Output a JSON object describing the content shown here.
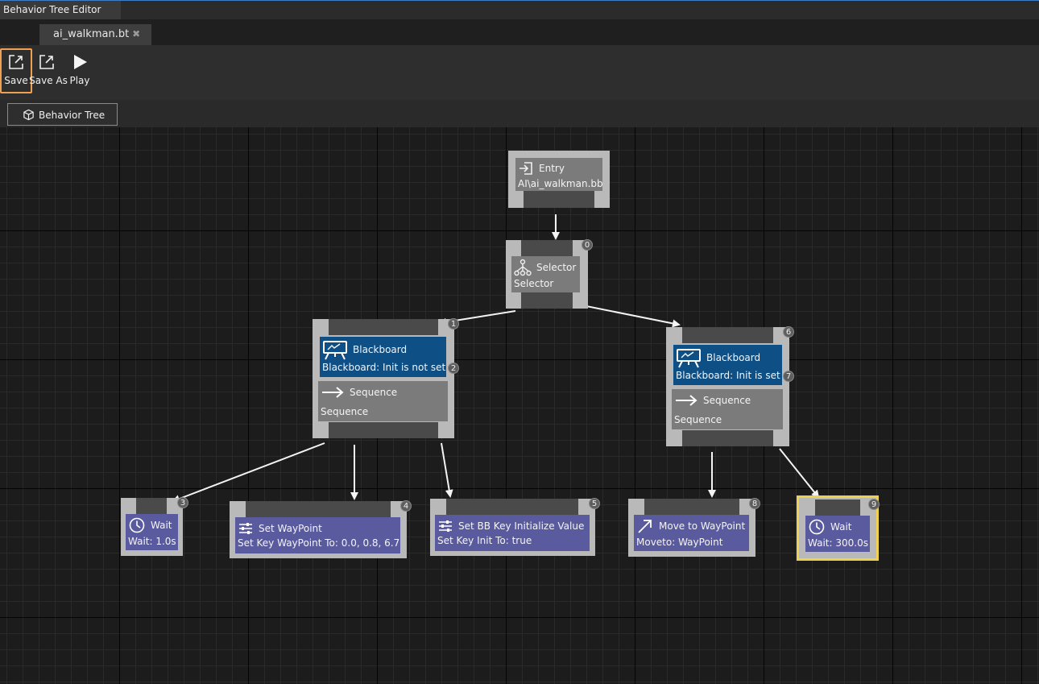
{
  "window": {
    "title": "Behavior Tree Editor"
  },
  "document_tab": {
    "label": "ai_walkman.bt",
    "close_icon": "close-icon"
  },
  "toolbar": {
    "save_label": "Save",
    "save_as_label": "Save As",
    "play_label": "Play"
  },
  "view_switch": {
    "label": "Behavior Tree",
    "icon": "cube-icon"
  },
  "nodes": {
    "entry": {
      "title": "Entry",
      "detail": "AI\\ai_walkman.bb",
      "icon": "entry-icon"
    },
    "selector": {
      "badge": "0",
      "title": "Selector",
      "detail": "Selector",
      "icon": "selector-icon"
    },
    "seq_left": {
      "badge_outer": "1",
      "decorator": {
        "badge": "2",
        "title": "Blackboard",
        "detail": "Blackboard: Init is not set",
        "icon": "blackboard-icon"
      },
      "composite": {
        "title": "Sequence",
        "detail": "Sequence",
        "icon": "arrow-right-icon"
      }
    },
    "seq_right": {
      "badge_outer": "6",
      "decorator": {
        "badge": "7",
        "title": "Blackboard",
        "detail": "Blackboard: Init is set",
        "icon": "blackboard-icon"
      },
      "composite": {
        "title": "Sequence",
        "detail": "Sequence",
        "icon": "arrow-right-icon"
      }
    },
    "wait1": {
      "badge": "3",
      "title": "Wait",
      "detail": "Wait: 1.0s",
      "icon": "clock-icon"
    },
    "set_waypoint": {
      "badge": "4",
      "title": "Set WayPoint",
      "detail": "Set Key WayPoint To: 0.0, 0.8, 6.7",
      "icon": "sliders-icon"
    },
    "set_bb_key": {
      "badge": "5",
      "title": "Set BB Key Initialize Value",
      "detail": "Set Key Init To: true",
      "icon": "sliders-icon"
    },
    "move_to": {
      "badge": "8",
      "title": "Move to WayPoint",
      "detail": "Moveto: WayPoint",
      "icon": "arrow-up-right-icon"
    },
    "wait2": {
      "badge": "9",
      "title": "Wait",
      "detail": "Wait: 300.0s",
      "icon": "clock-icon"
    }
  },
  "colors": {
    "selected_outline": "#f0d050",
    "save_highlight": "#f0a050",
    "decorator_blue": "#0e4f86",
    "task_purple": "#5a5a9e"
  }
}
